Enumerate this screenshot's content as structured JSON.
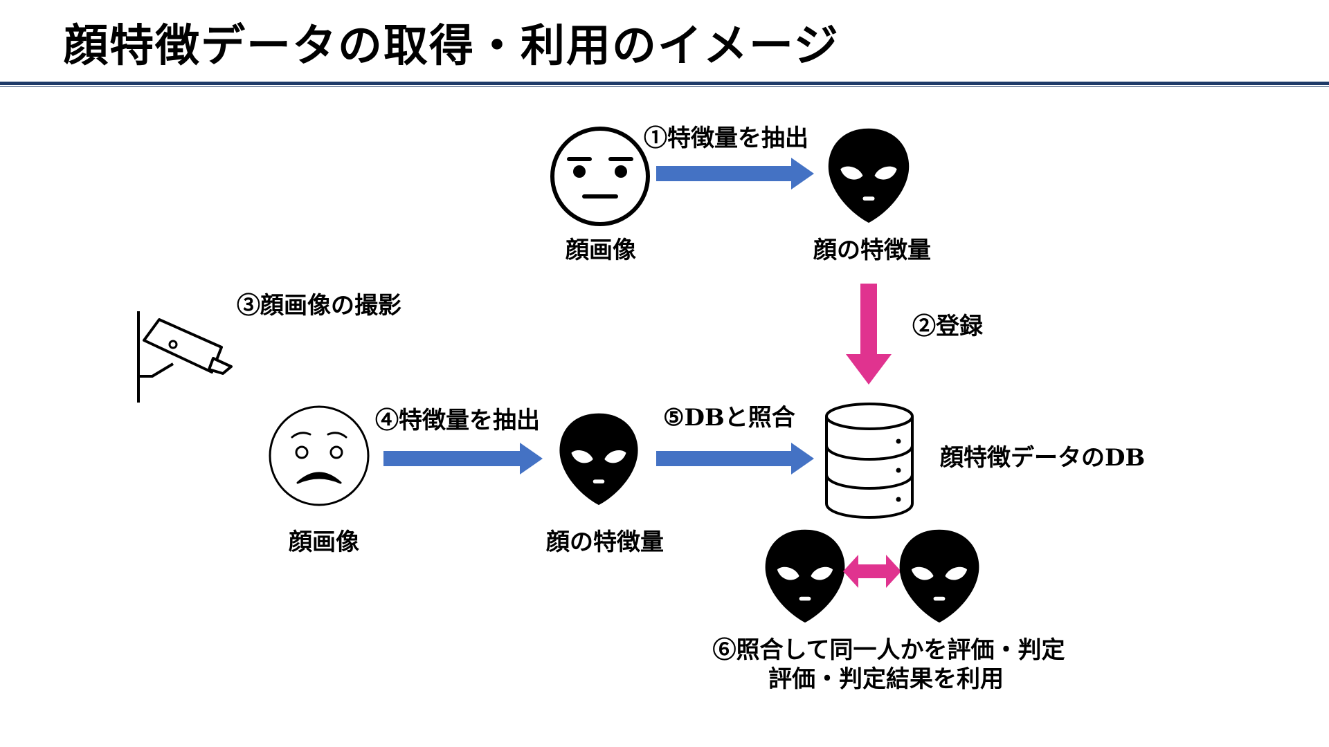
{
  "title": "顔特徴データの取得・利用のイメージ",
  "colors": {
    "title_rule": "#1f3a68",
    "flow_arrow": "#4472c4",
    "register_arrow": "#e0338f",
    "compare_arrow": "#e0338f"
  },
  "steps": {
    "extract_top": "①特徴量を抽出",
    "register": "②登録",
    "capture": "③顔画像の撮影",
    "extract_bottom": "④特徴量を抽出",
    "compare_db": "⑤DBと照合",
    "evaluate_line1": "⑥照合して同一人かを評価・判定",
    "evaluate_line2": "評価・判定結果を利用"
  },
  "labels": {
    "face_image_top": "顔画像",
    "face_features_top": "顔の特徴量",
    "face_image_bottom": "顔画像",
    "face_features_bottom": "顔の特徴量",
    "database": "顔特徴データのDB"
  },
  "icons": {
    "neutral_face": "neutral-face-icon",
    "anxious_face": "anxious-face-icon",
    "feature_alien": "alien-head-icon",
    "camera": "security-camera-icon",
    "database": "database-icon"
  }
}
